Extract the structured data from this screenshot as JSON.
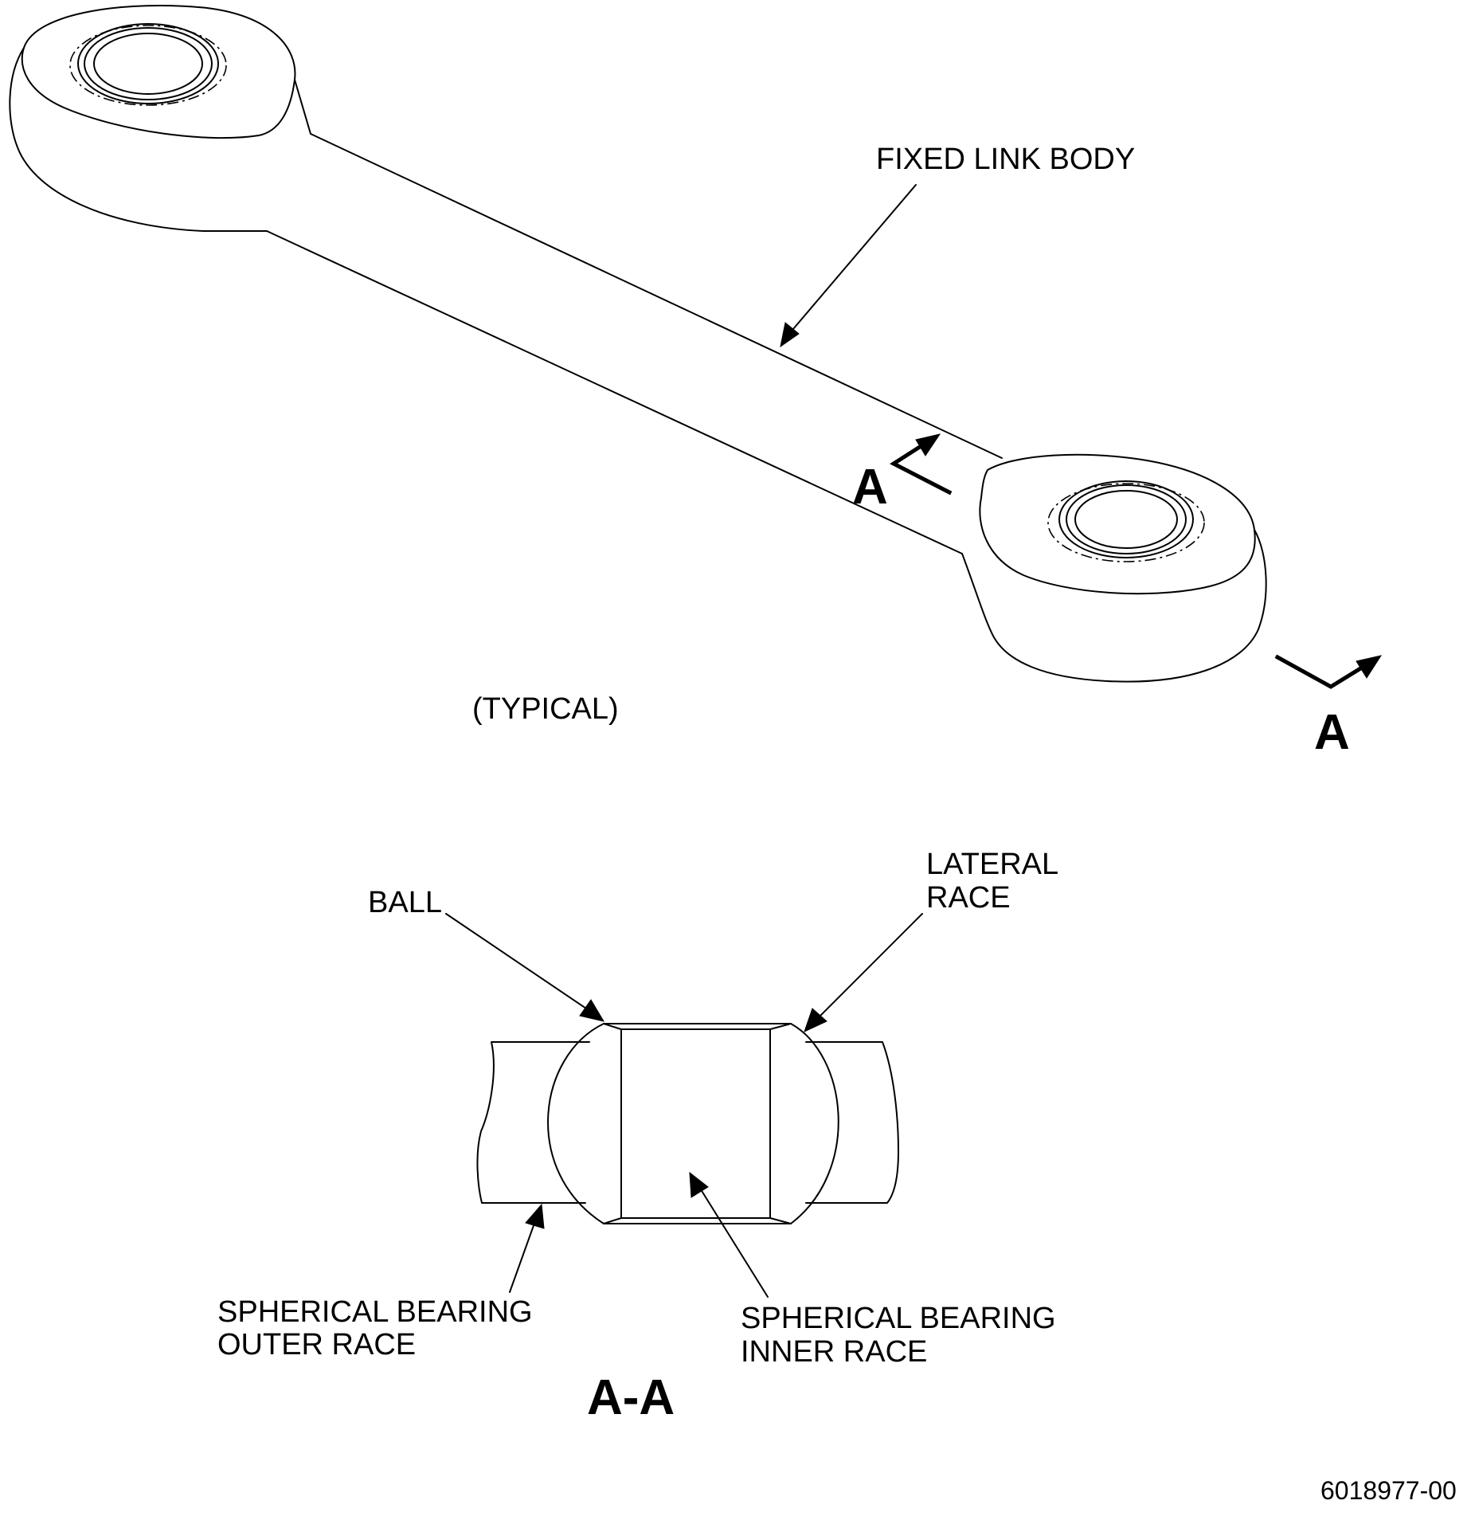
{
  "labels": {
    "fixed_link_body": "FIXED LINK BODY",
    "typical": "(TYPICAL)",
    "section_marker": "A",
    "ball": "BALL",
    "lateral_race_line1": "LATERAL",
    "lateral_race_line2": "RACE",
    "outer_race_line1": "SPHERICAL BEARING",
    "outer_race_line2": "OUTER RACE",
    "inner_race_line1": "SPHERICAL BEARING",
    "inner_race_line2": "INNER RACE",
    "section_title": "A-A",
    "drawing_number": "6018977-00"
  }
}
